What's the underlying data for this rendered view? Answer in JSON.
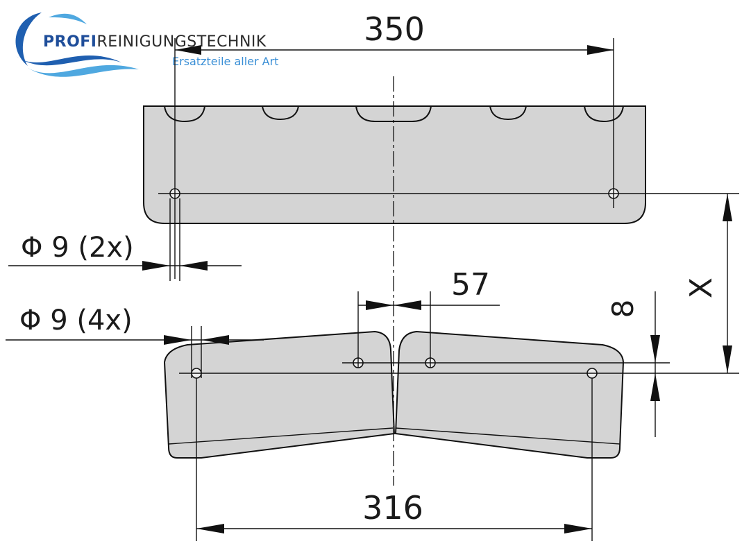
{
  "logo": {
    "brand_bold": "PROFI",
    "brand_rest": "REINIGUNGSTECHNIK",
    "tagline": "Ersatzteile aller Art",
    "colors": {
      "bold": "#1f4e9a",
      "text": "#2b2b2b",
      "tagline": "#3a8fd6",
      "wave_dark": "#1f5fb0",
      "wave_light": "#4fa8e0"
    }
  },
  "dimensions": {
    "top_width": "350",
    "top_hole_dia": "Φ 9 (2x)",
    "bottom_hole_dia": "Φ 9 (4x)",
    "inner_spacing": "57",
    "offset": "8",
    "vertical": "X",
    "bottom_width": "316"
  },
  "colors": {
    "part_fill": "#d4d4d4",
    "line": "#111111"
  }
}
